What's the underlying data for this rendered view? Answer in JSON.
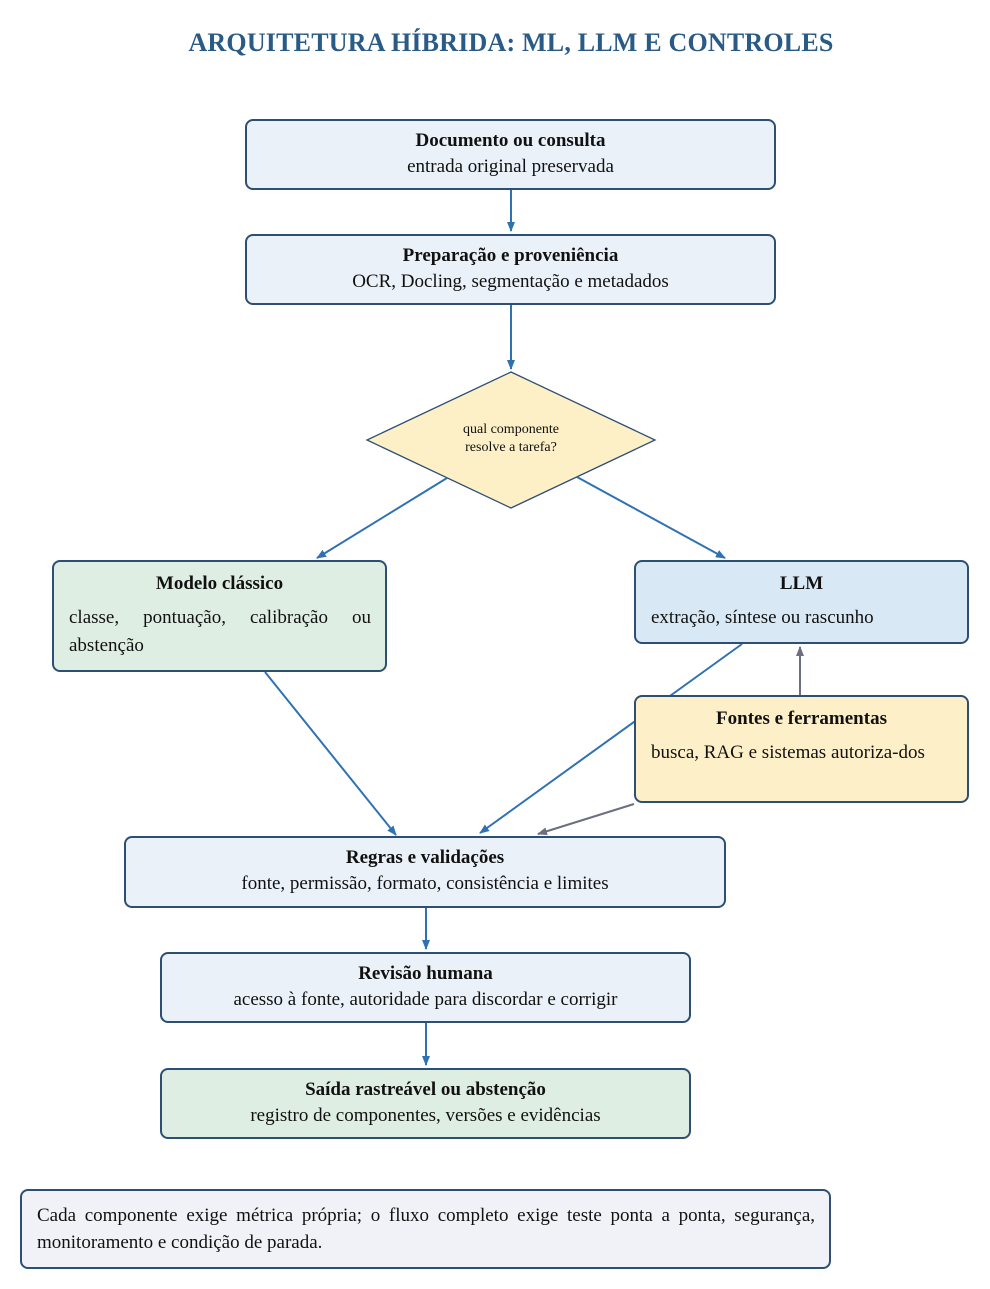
{
  "title": "ARQUITETURA HÍBRIDA: ML, LLM E CONTROLES",
  "nodes": {
    "doc": {
      "title": "Documento ou consulta",
      "desc": "entrada original preservada"
    },
    "prep": {
      "title": "Preparação e proveniência",
      "desc": "OCR, Docling, segmentação e metadados"
    },
    "decision": {
      "line1": "qual componente",
      "line2": "resolve a tarefa?"
    },
    "classic": {
      "title": "Modelo clássico",
      "desc": "classe, pontuação, calibração ou abstenção"
    },
    "llm": {
      "title": "LLM",
      "desc": "extração, síntese ou rascunho"
    },
    "sources": {
      "title": "Fontes e ferramentas",
      "desc": "busca, RAG e sistemas autoriza-dos"
    },
    "rules": {
      "title": "Regras e validações",
      "desc": "fonte, permissão, formato, consistência e limites"
    },
    "review": {
      "title": "Revisão humana",
      "desc": "acesso à fonte, autoridade para discordar e corrigir"
    },
    "output": {
      "title": "Saída rastreável ou abstenção",
      "desc": "registro de componentes, versões e evidências"
    }
  },
  "note": "Cada componente exige métrica própria; o fluxo completo exige teste ponta a ponta, segurança, monitoramento e condição de parada.",
  "colors": {
    "title": "#2a5b86",
    "arrow_main": "#2f72b3",
    "arrow_secondary": "#6b6f80",
    "box_default": "#eaf1f8",
    "box_green": "#dfeee2",
    "box_blue": "#d9e8f5",
    "box_yellow": "#fdf0c9",
    "decision_fill": "#fdefc6"
  }
}
